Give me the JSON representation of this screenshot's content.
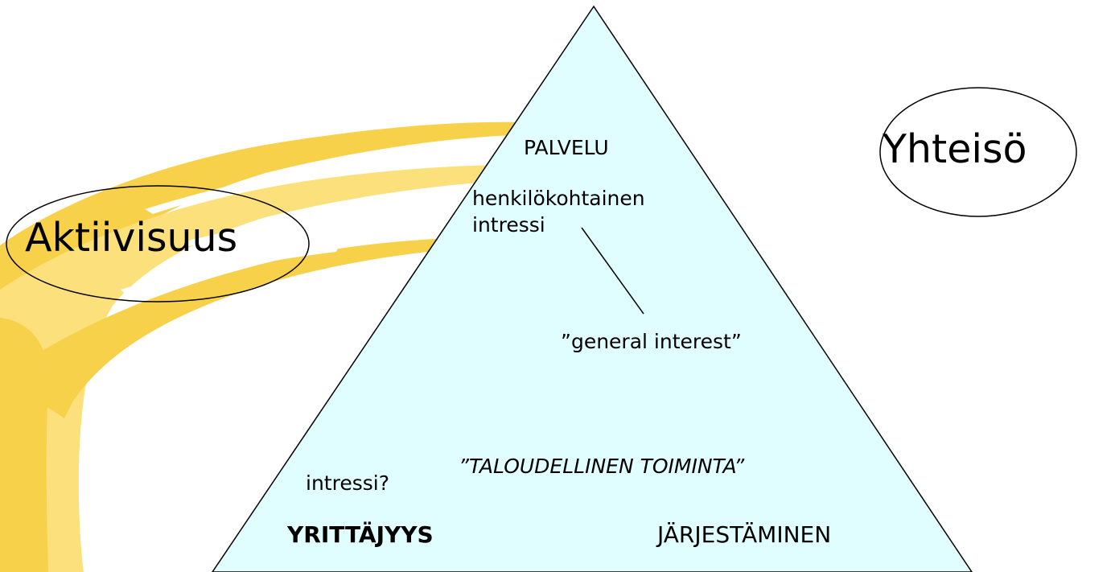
{
  "diagram": {
    "top_label": "PALVELU",
    "upper_interest": {
      "line1": "henkilökohtainen",
      "line2": "intressi"
    },
    "general_interest": "”general interest”",
    "economic_activity": "”TALOUDELLINEN TOIMINTA”",
    "interest_question": "intressi?",
    "bottom_left_label": "YRITTÄJYYS",
    "bottom_right_label": "JÄRJESTÄMINEN",
    "left_ellipse_label": "Aktiivisuus",
    "right_ellipse_label": "Yhteisö"
  },
  "colors": {
    "triangle_fill": "#e0feff",
    "brush_yellow": "#f8d14a",
    "brush_yellow_light": "#fbe07c",
    "stroke": "#000000"
  }
}
